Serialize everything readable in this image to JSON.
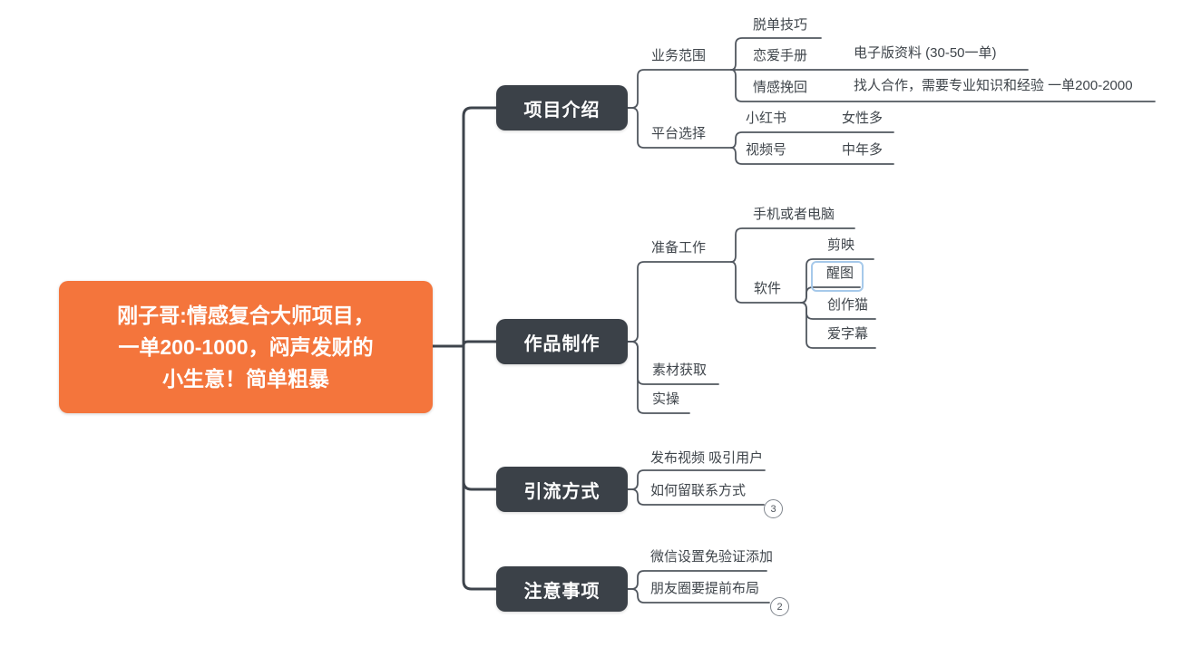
{
  "app": "mind-map",
  "colors": {
    "root_fill": "#F4753C",
    "main_topic_fill": "#3B4148",
    "main_line": "#3E444C",
    "sub_line": "#51575F",
    "label_text": "#3F454B",
    "selection_border": "#A6C9EA",
    "badge_border": "#80868E"
  },
  "root": {
    "title_lines": [
      "刚子哥:情感复合大师项目，",
      "一单200-1000，闷声发财的",
      "小生意！简单粗暴"
    ]
  },
  "branches": [
    {
      "label": "项目介绍",
      "children": [
        {
          "label": "业务范围",
          "children": [
            {
              "label": "脱单技巧"
            },
            {
              "label": "恋爱手册",
              "children": [
                {
                  "label": "电子版资料 (30-50一单)"
                }
              ]
            },
            {
              "label": "情感挽回",
              "children": [
                {
                  "label": "找人合作，需要专业知识和经验 一单200-2000"
                }
              ]
            }
          ]
        },
        {
          "label": "平台选择",
          "children": [
            {
              "label": "小红书",
              "children": [
                {
                  "label": "女性多"
                }
              ]
            },
            {
              "label": "视频号",
              "children": [
                {
                  "label": "中年多"
                }
              ]
            }
          ]
        }
      ]
    },
    {
      "label": "作品制作",
      "children": [
        {
          "label": "准备工作",
          "children": [
            {
              "label": "手机或者电脑"
            },
            {
              "label": "软件",
              "children": [
                {
                  "label": "剪映"
                },
                {
                  "label": "醒图",
                  "selected": true
                },
                {
                  "label": "创作猫"
                },
                {
                  "label": "爱字幕"
                }
              ]
            }
          ]
        },
        {
          "label": "素材获取"
        },
        {
          "label": "实操"
        }
      ]
    },
    {
      "label": "引流方式",
      "children": [
        {
          "label": "发布视频 吸引用户"
        },
        {
          "label": "如何留联系方式",
          "collapsed_count": "3"
        }
      ]
    },
    {
      "label": "注意事项",
      "children": [
        {
          "label": "微信设置免验证添加"
        },
        {
          "label": "朋友圈要提前布局",
          "collapsed_count": "2"
        }
      ]
    }
  ]
}
